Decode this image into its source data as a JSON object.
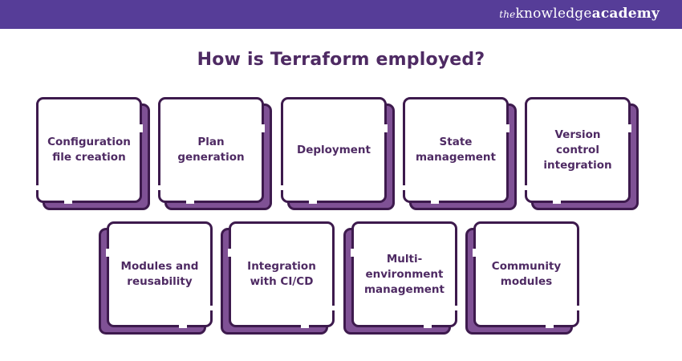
{
  "header": {
    "brand_prefix": "the",
    "brand_main": "knowledge",
    "brand_suffix": "academy",
    "background_color": "#563d98"
  },
  "title": "How is Terraform employed?",
  "colors": {
    "title": "#4e2a63",
    "card_border": "#3d1a4d",
    "card_depth": "#7f5195",
    "card_face": "#ffffff"
  },
  "rows": [
    {
      "cards": [
        {
          "label": "Configuration\nfile creation"
        },
        {
          "label": "Plan\ngeneration"
        },
        {
          "label": "Deployment"
        },
        {
          "label": "State\nmanagement"
        },
        {
          "label": "Version\ncontrol\nintegration"
        }
      ]
    },
    {
      "cards": [
        {
          "label": "Modules and\nreusability"
        },
        {
          "label": "Integration\nwith CI/CD"
        },
        {
          "label": "Multi-\nenvironment\nmanagement"
        },
        {
          "label": "Community\nmodules"
        }
      ]
    }
  ]
}
